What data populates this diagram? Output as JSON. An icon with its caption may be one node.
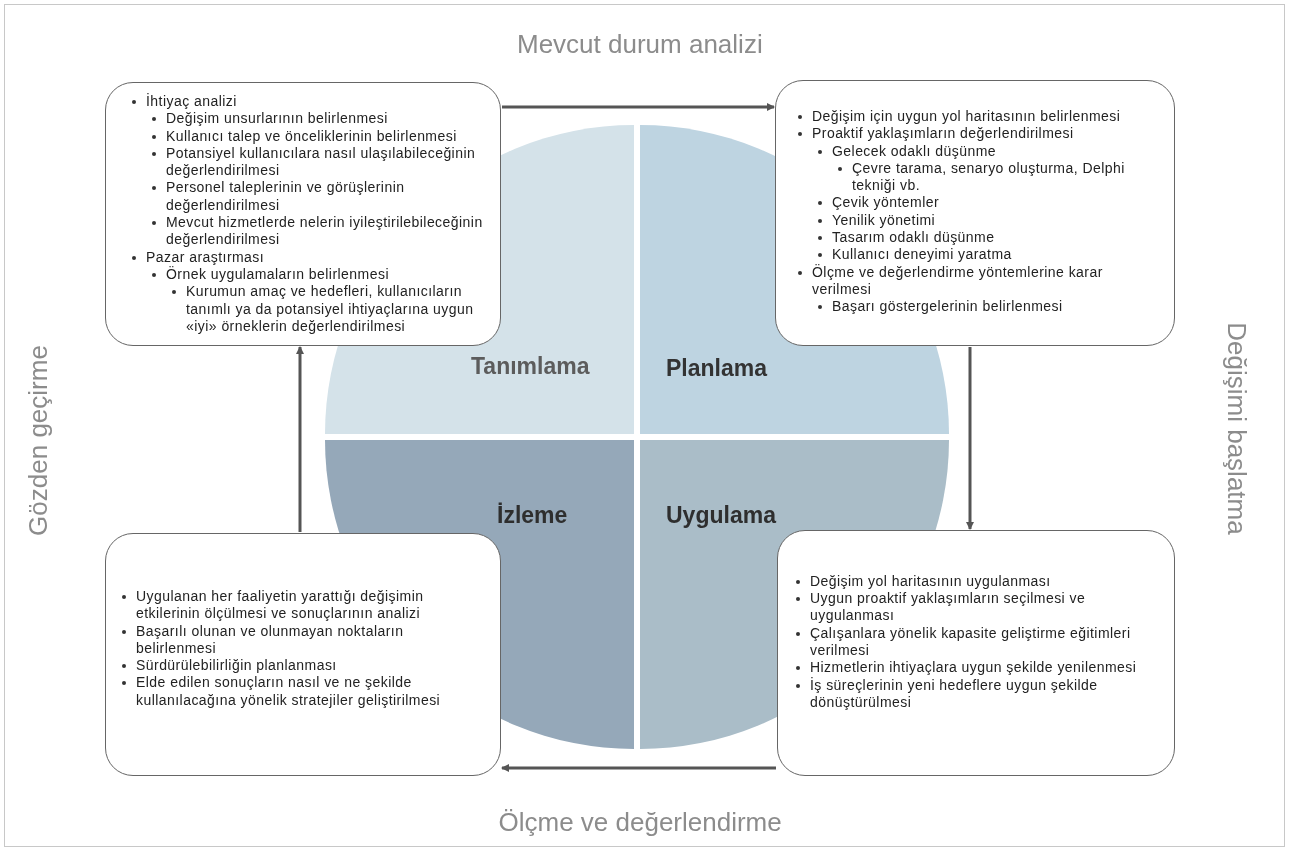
{
  "diagram": {
    "nodes": [
      {
        "text": [
          "İhtiyaç analizi",
          "Değişim unsurlarının belirlenmesi",
          "Kullanıcı talep ve önceliklerinin belirlenmesi",
          "Potansiyel kullanıcılara nasıl ulaşılabileceğinin değerlendirilmesi",
          "Personel taleplerinin ve görüşlerinin değerlendirilmesi",
          "Mevcut hizmetlerde nelerin iyileştirilebileceğinin değerlendirilmesi",
          "Pazar araştırması",
          "Örnek uygulamaların belirlenmesi",
          "Kurumun amaç ve hedefleri, kullanıcıların tanımlı ya da potansiyel ihtiyaçlarına uygun «iyi» örneklerin değerlendirilmesi"
        ]
      },
      {
        "text": [
          "Değişim için uygun yol haritasının belirlenmesi",
          "Proaktif yaklaşımların değerlendirilmesi",
          "Gelecek odaklı düşünme",
          "Çevre tarama, senaryo oluşturma, Delphi tekniği vb.",
          "Çevik yöntemler",
          "Yenilik yönetimi",
          "Tasarım odaklı düşünme",
          "Kullanıcı deneyimi yaratma",
          "Ölçme ve değerlendirme yöntemlerine karar verilmesi",
          "Başarı göstergelerinin belirlenmesi"
        ]
      },
      {
        "text": [
          "Tanımlama"
        ]
      },
      {
        "text": [
          "Planlama"
        ]
      },
      {
        "text": [
          "İzleme"
        ]
      },
      {
        "text": [
          "Uygulama"
        ]
      },
      {
        "text": [
          "Uygulanan her faaliyetin yarattığı değişimin etkilerinin ölçülmesi ve sonuçlarının analizi",
          "Başarılı olunan ve olunmayan noktaların belirlenmesi",
          "Sürdürülebilirliğin planlanması",
          "Elde edilen sonuçların nasıl ve ne şekilde kullanılacağına yönelik stratejiler geliştirilmesi"
        ]
      },
      {
        "text": [
          "Değişim yol haritasının uygulanması",
          "Uygun proaktif yaklaşımların seçilmesi ve uygulanması",
          "Çalışanlara yönelik kapasite geliştirme eğitimleri verilmesi",
          "Hizmetlerin ihtiyaçlara uygun şekilde yenilenmesi",
          "İş süreçlerinin yeni hedeflere uygun şekilde dönüştürülmesi"
        ]
      }
    ],
    "edges": [
      {
        "from": 0,
        "to": 1,
        "arrow": "to"
      },
      {
        "from": 1,
        "to": 7,
        "arrow": "to"
      },
      {
        "from": 7,
        "to": 6,
        "arrow": "to"
      },
      {
        "from": 6,
        "to": 0,
        "arrow": "to"
      }
    ],
    "labels": [
      "Mevcut durum analizi",
      "Gözden geçirme",
      "Değişimi başlatma",
      "Ölçme ve değerlendirme"
    ]
  }
}
